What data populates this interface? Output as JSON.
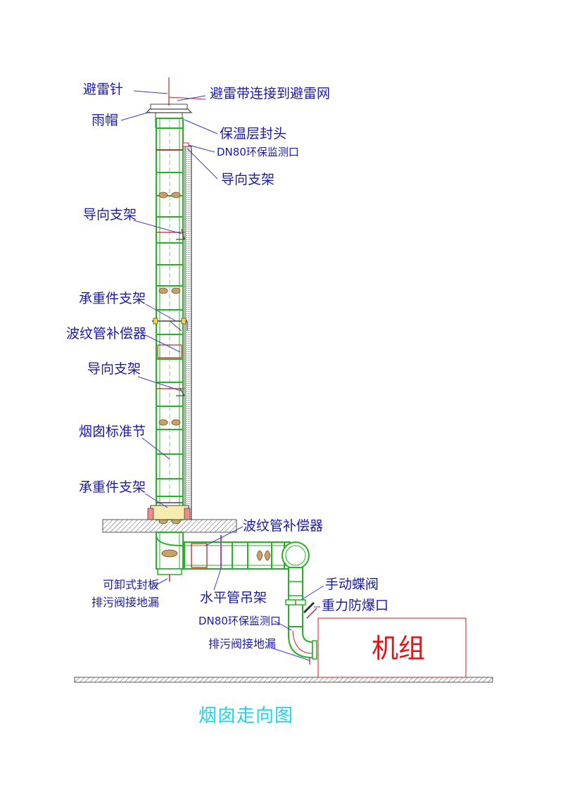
{
  "diagram": {
    "title": "烟囱走向图",
    "unit_box_label": "机组",
    "labels": {
      "lightning_rod": "避雷针",
      "lightning_strip": "避雷带连接到避雷网",
      "rain_cap": "雨帽",
      "insulation_cap": "保温层封头",
      "monitor_port_top": "DN80环保监测口",
      "guide_support_1": "导向支架",
      "guide_support_2": "导向支架",
      "load_support_1": "承重件支架",
      "bellows_1": "波纹管补偿器",
      "guide_support_3": "导向支架",
      "standard_section": "烟囱标准节",
      "load_support_2": "承重件支架",
      "bellows_2": "波纹管补偿器",
      "removable_plate": "可卸式封板",
      "drain_valve_1": "排污阀接地漏",
      "horizontal_hanger": "水平管吊架",
      "butterfly_valve": "手动蝶阀",
      "explosion_vent": "重力防爆口",
      "monitor_port_bottom": "DN80环保监测口",
      "drain_valve_2": "排污阀接地漏"
    },
    "colors": {
      "pipe_outline": "#22b422",
      "pipe_detail": "#ff2a2a",
      "leader_line": "#3a3ad0",
      "label_text": "#1a1aa8",
      "unit_box": "#e0161b",
      "title": "#22d3e6",
      "ground_hatch": "#555555"
    }
  }
}
